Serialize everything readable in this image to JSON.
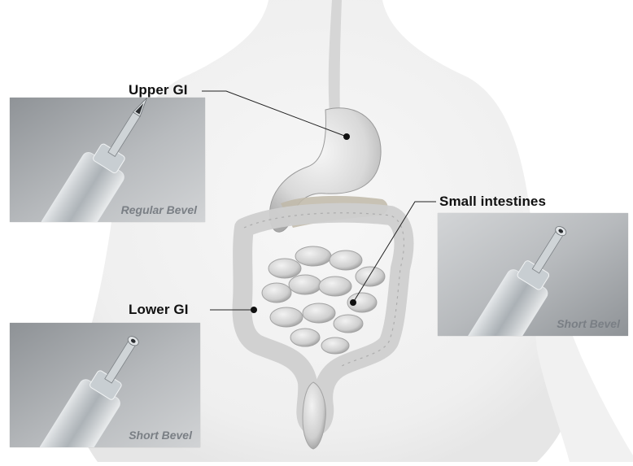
{
  "labels": {
    "upper_gi": "Upper GI",
    "small_intestines": "Small intestines",
    "lower_gi": "Lower GI"
  },
  "panels": {
    "top_left": {
      "caption": "Regular Bevel",
      "bevel": "regular"
    },
    "right": {
      "caption": "Short Bevel",
      "bevel": "short"
    },
    "bottom_left": {
      "caption": "Short Bevel",
      "bevel": "short"
    }
  },
  "colors": {
    "panel_light": "#c9ccce",
    "panel_dark": "#8d9195",
    "body": "#f4f4f4",
    "organ": "#dedede",
    "leader_line": "#222222",
    "dot": "#111111"
  }
}
